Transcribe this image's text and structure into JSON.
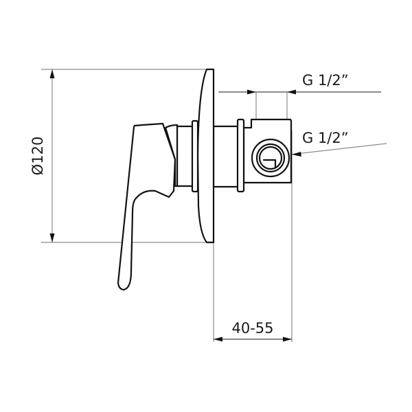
{
  "drawing": {
    "type": "technical-dimension-drawing",
    "subject": "concealed single-lever shower mixer (side view)",
    "line_color": "#111111",
    "dimension_line_color": "#8a8a8a"
  },
  "dimensions": {
    "diameter": {
      "label": "Ø120",
      "orientation": "vertical"
    },
    "depth": {
      "label": "40-55",
      "orientation": "horizontal"
    },
    "connection_top": {
      "label": "G 1/2”"
    },
    "connection_side": {
      "label": "G 1/2”"
    }
  }
}
